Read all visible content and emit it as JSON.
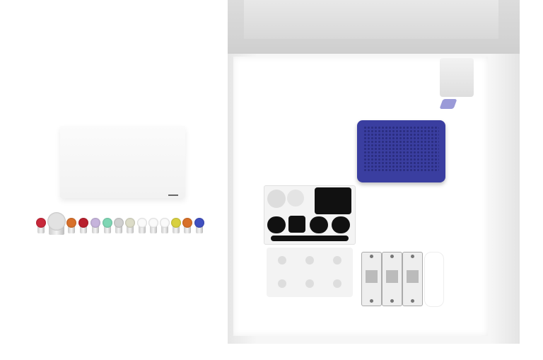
{
  "scene": {
    "tip_box_color": "#3a3ea0",
    "tube_caps": [
      {
        "color": "#c8283a",
        "size": "small"
      },
      {
        "color": "#e2e2e2",
        "size": "large"
      },
      {
        "color": "#d8702a",
        "size": "small"
      },
      {
        "color": "#b8202e",
        "size": "small"
      },
      {
        "color": "#c6b4dc",
        "size": "small"
      },
      {
        "color": "#7ed6b4",
        "size": "small"
      },
      {
        "color": "#d0d0d0",
        "size": "small"
      },
      {
        "color": "#dcdcc8",
        "size": "small"
      },
      {
        "color": "#fafafa",
        "size": "small"
      },
      {
        "color": "#fafafa",
        "size": "small"
      },
      {
        "color": "#fafafa",
        "size": "small"
      },
      {
        "color": "#d8d040",
        "size": "small"
      },
      {
        "color": "#d87028",
        "size": "small"
      },
      {
        "color": "#4050c0",
        "size": "small"
      }
    ]
  }
}
